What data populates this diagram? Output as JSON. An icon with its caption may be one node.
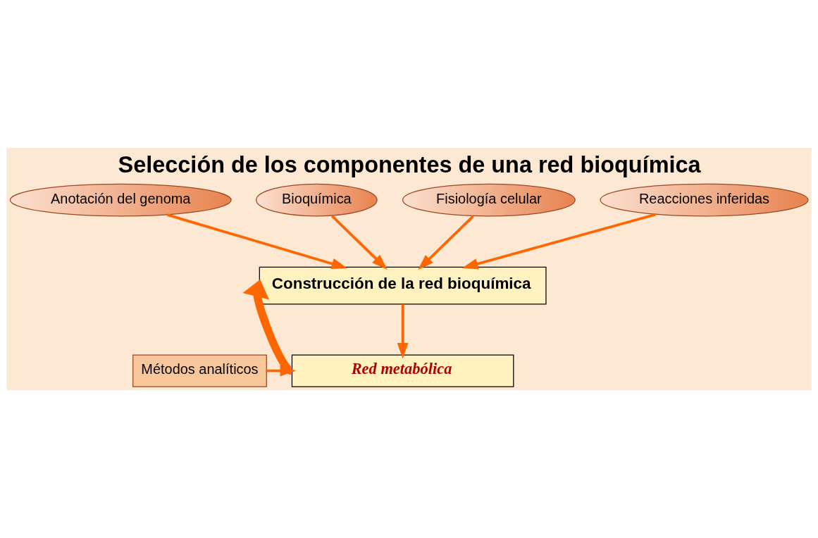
{
  "diagram": {
    "title": "Selección de los componentes de una red bioquímica",
    "nodes": [
      {
        "text": [
          "Anotación del genoma"
        ]
      },
      {
        "text": [
          "Bioquímica"
        ]
      },
      {
        "text": [
          "Fisiología celular"
        ]
      },
      {
        "text": [
          "Reacciones inferidas"
        ]
      },
      {
        "text": [
          "Construcción de la red bioquímica"
        ]
      },
      {
        "text": [
          "Red metabólica"
        ]
      },
      {
        "text": [
          "Métodos analíticos"
        ]
      }
    ],
    "edges": [
      {
        "from": 0,
        "to": 4,
        "arrow": "to"
      },
      {
        "from": 1,
        "to": 4,
        "arrow": "to"
      },
      {
        "from": 2,
        "to": 4,
        "arrow": "to"
      },
      {
        "from": 3,
        "to": 4,
        "arrow": "to"
      },
      {
        "from": 4,
        "to": 5,
        "arrow": "to"
      },
      {
        "from": 6,
        "to": 5,
        "arrow": "to"
      },
      {
        "from": 5,
        "to": 4,
        "arrow": "to",
        "style": "thick"
      }
    ]
  }
}
